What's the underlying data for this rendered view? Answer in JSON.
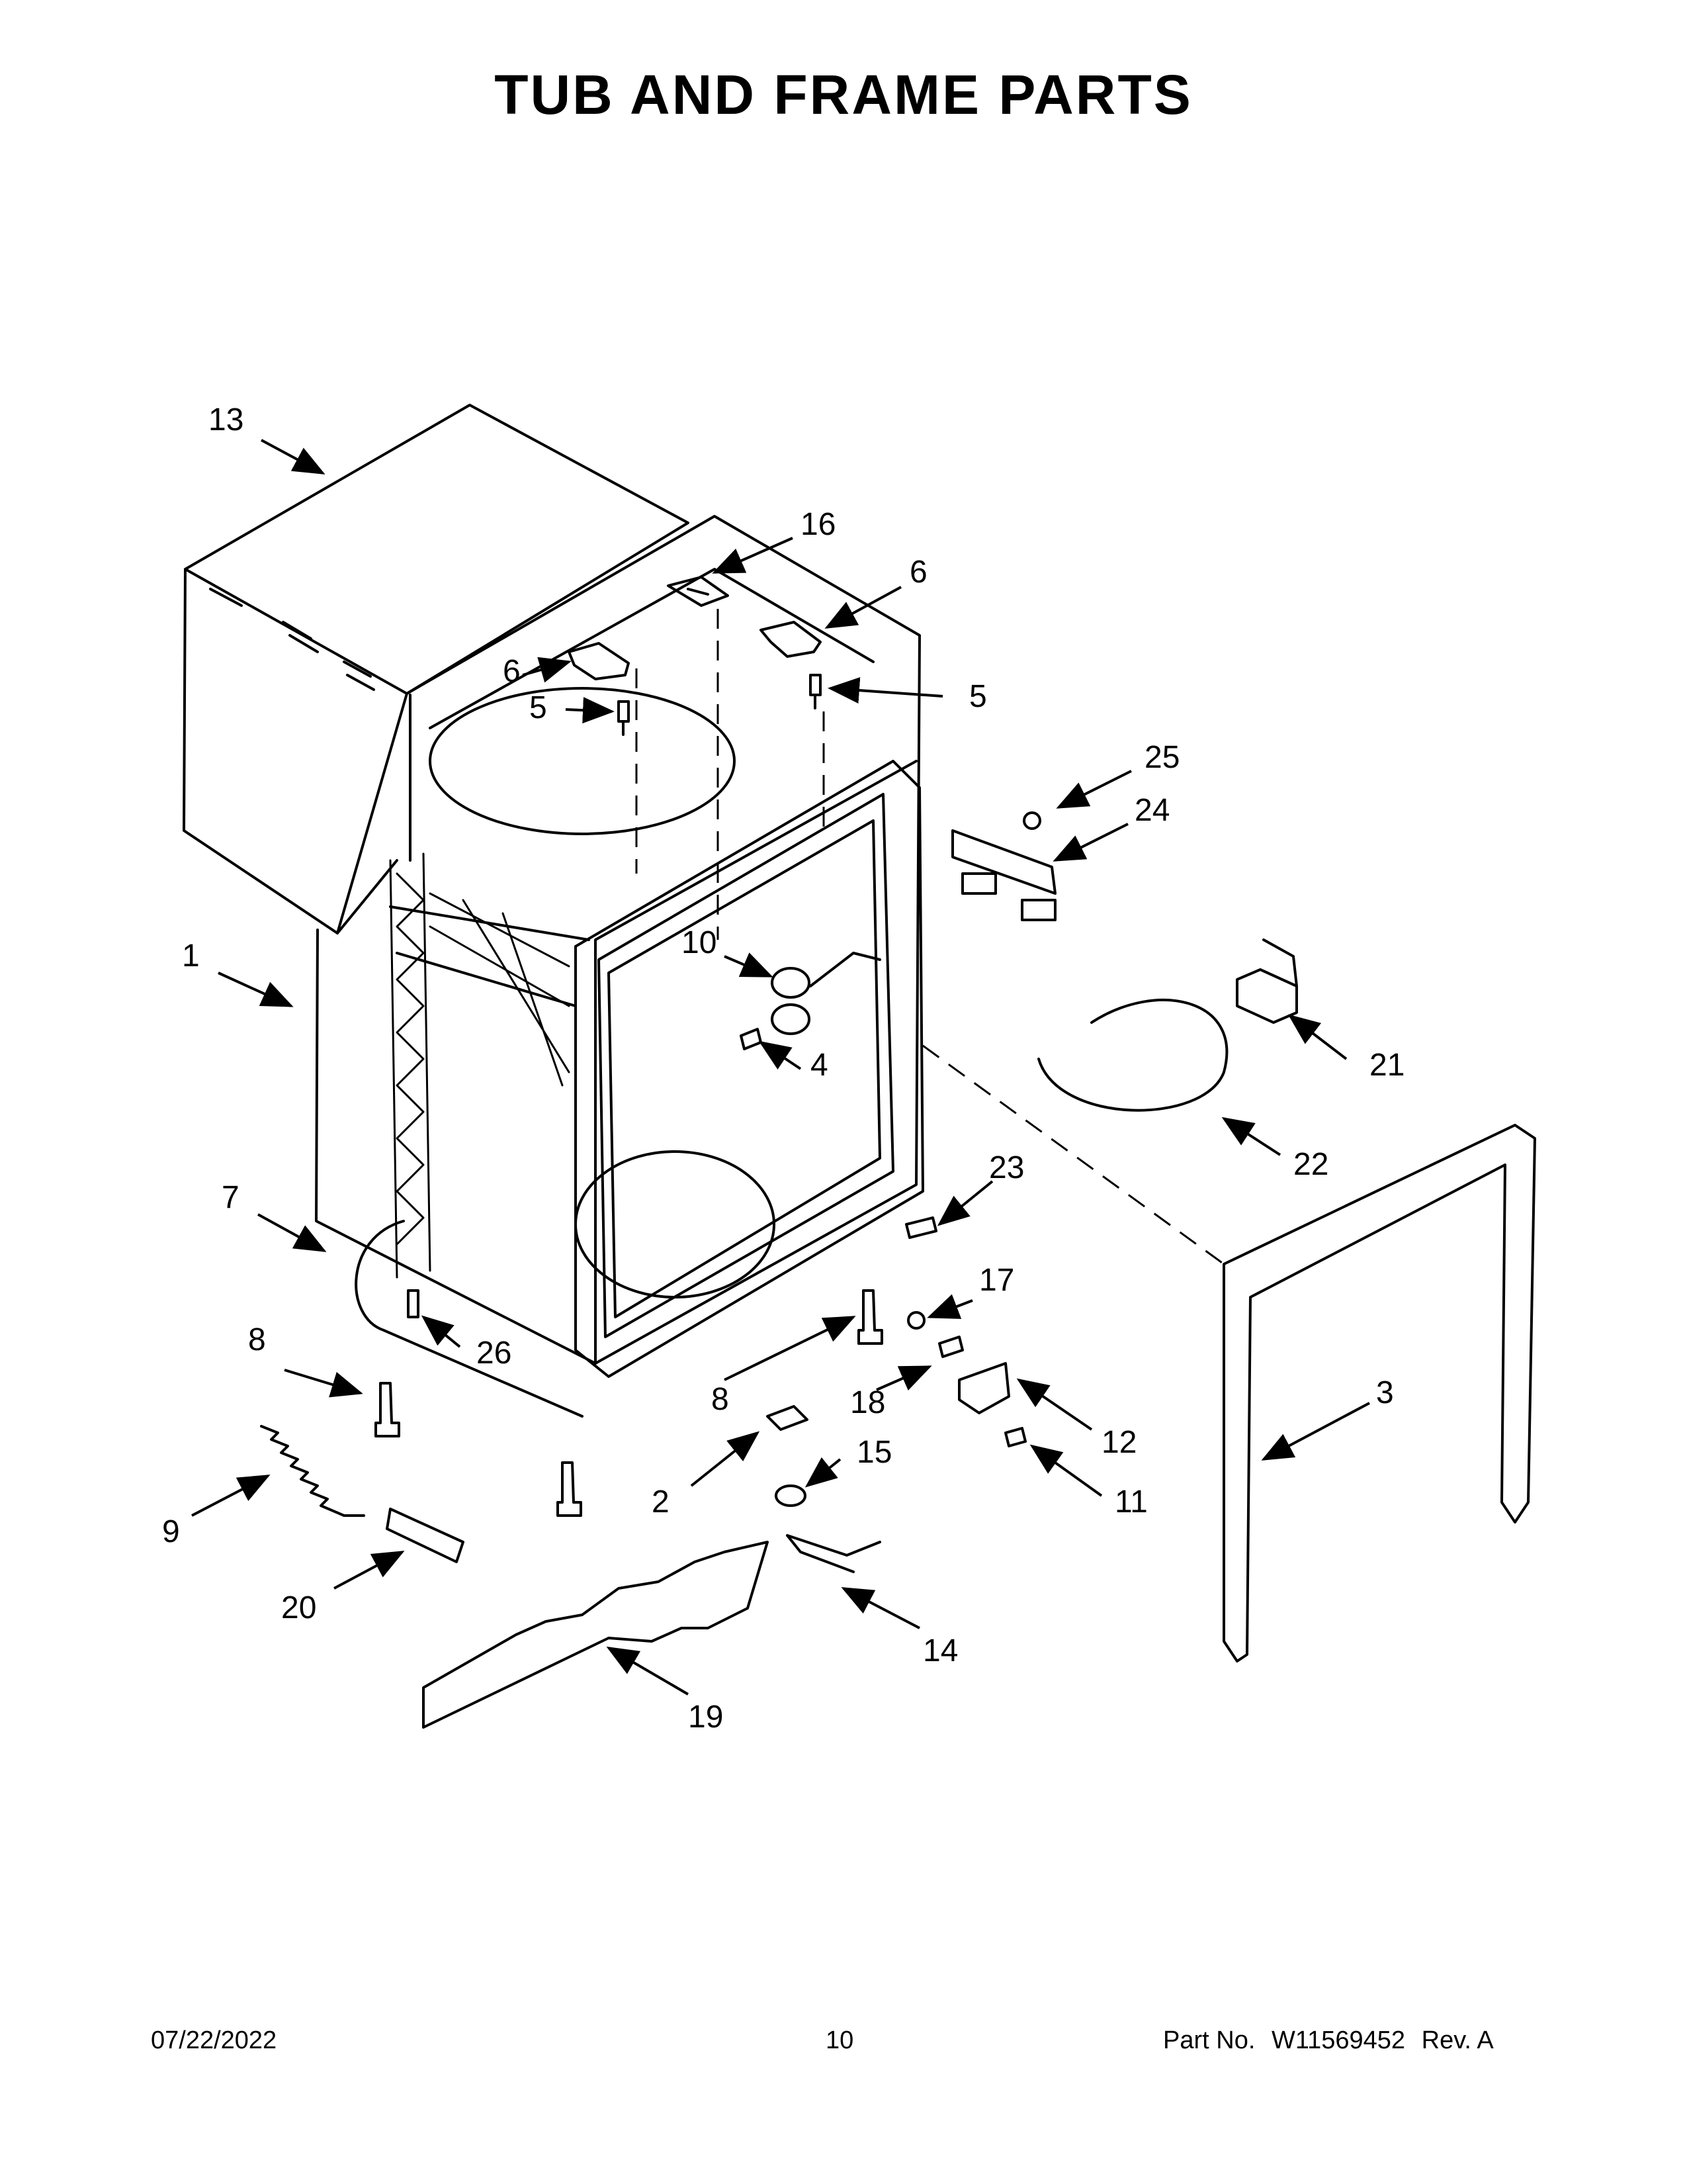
{
  "page": {
    "title": "TUB AND FRAME PARTS"
  },
  "callouts": [
    "13",
    "16",
    "6",
    "6",
    "5",
    "5",
    "25",
    "24",
    "1",
    "10",
    "21",
    "4",
    "22",
    "7",
    "23",
    "17",
    "26",
    "8",
    "8",
    "18",
    "12",
    "3",
    "2",
    "15",
    "11",
    "9",
    "20",
    "14",
    "19"
  ],
  "footer": {
    "date": "07/22/2022",
    "page_number": "10",
    "part_label": "Part No.",
    "part_number": "W11569452",
    "revision": "Rev. A"
  },
  "colors": {
    "line": "#000000",
    "background": "#ffffff"
  }
}
